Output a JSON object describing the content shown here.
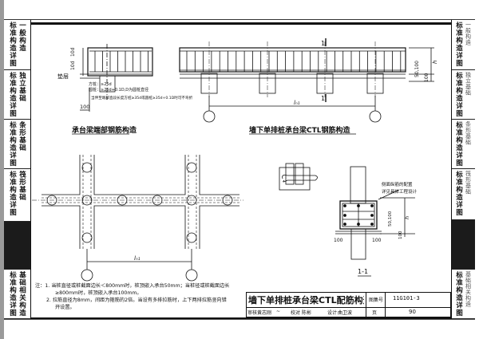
{
  "left_tabs": [
    {
      "main": "标准构造详图",
      "sub": "一般构造"
    },
    {
      "main": "标准构造详图",
      "sub": "独立基础"
    },
    {
      "main": "标准构造详图",
      "sub": "条形基础"
    },
    {
      "main": "标准构造详图",
      "sub": "筏形基础"
    },
    {
      "main": "",
      "sub": ""
    },
    {
      "main": "标准构造详图",
      "sub": "基础相关构造"
    }
  ],
  "right_tabs": [
    {
      "main": "标准构造详图",
      "sub": "一般构造"
    },
    {
      "main": "标准构造详图",
      "sub": "独立基础"
    },
    {
      "main": "标准构造详图",
      "sub": "条形基础"
    },
    {
      "main": "标准构造详图",
      "sub": "筏形基础"
    },
    {
      "main": "",
      "sub": ""
    },
    {
      "main": "标准构造详图",
      "sub": "基础相关构造"
    }
  ],
  "drawing_end": {
    "title": "承台梁端部钢筋构造",
    "dim_d1": "10d",
    "dim_d2": "10d",
    "label_cushion": "垫层",
    "note1": "方桩：≥25d",
    "note2": "圆桩：≥25d+0.1D,D为圆桩直径",
    "note3": "当伸至端部直段长度方桩≥35d或圆桩≥35d+0.1D时可不弯折",
    "dim_100": "100"
  },
  "drawing_ctl": {
    "title": "墙下单排桩承台梁CTL钢筋构造",
    "section_mark": "1",
    "span_label": "lₙ₁",
    "dim_50_100": "50,100",
    "dim_h": "h",
    "dim_100": "100"
  },
  "drawing_plan": {
    "span_label": "lₙ₁"
  },
  "section": {
    "title": "1-1",
    "note1": "侧面纵筋的配置",
    "note2": "详见具体工程设计",
    "dim_50_100": "50,100",
    "dim_h": "h",
    "dim_100": "100",
    "dim_left": "100",
    "dim_right": "100"
  },
  "notes": {
    "prefix": "注：",
    "line1": "1. 当桩直径或桩截面边长＜800mm时，桩顶嵌入承台50mm；当桩径或桩截面边长",
    "line1b": "≥800mm时，桩顶嵌入承台100mm。",
    "line2": "2. 拉筋直径为8mm，间距为箍筋的2倍。当设有多排拉筋时，上下两排拉筋竖向错",
    "line2b": "开设置。"
  },
  "title_block": {
    "title": "墙下单排桩承台梁CTL配筋构造",
    "atlas_label": "图集号",
    "atlas_no": "11G101-3",
    "review_label": "审核",
    "reviewer": "黄志刚",
    "check_label": "校对",
    "checker": "陈彬",
    "design_label": "设计",
    "designer": "曲卫波",
    "page_label": "页",
    "page_no": "90"
  }
}
